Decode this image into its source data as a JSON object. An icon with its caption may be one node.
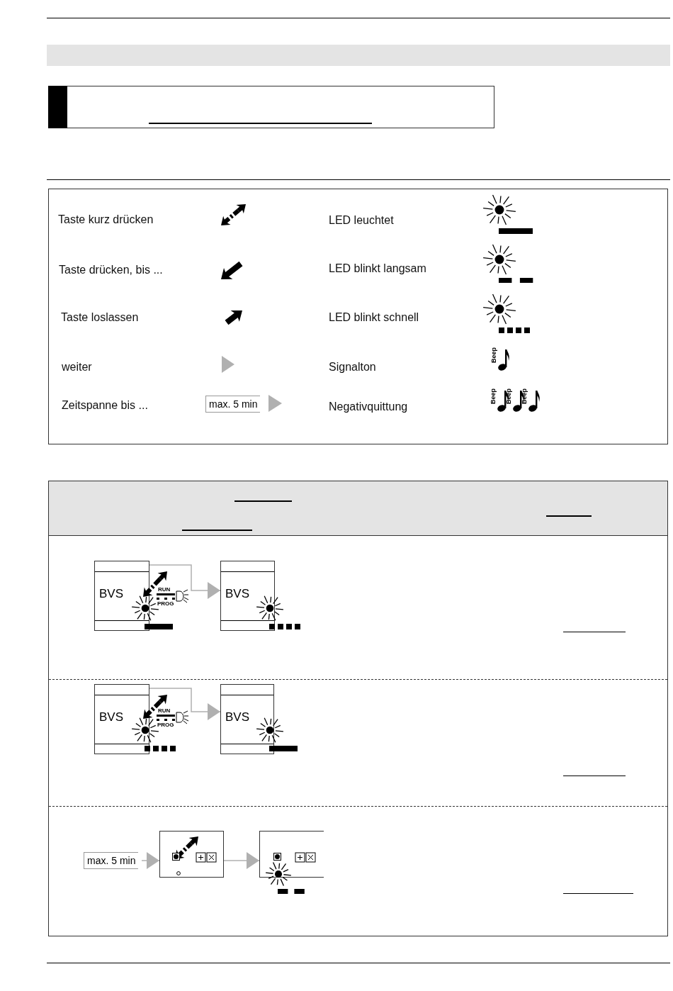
{
  "diagram": {
    "nodes": [
      {
        "text": [],
        "shape": "box"
      },
      {
        "text": [
          "max. 5 min"
        ]
      },
      {
        "text": [
          "BVS"
        ]
      },
      {
        "text": [
          "BVS"
        ]
      },
      {
        "text": [
          "BVS"
        ]
      },
      {
        "text": [
          "BVS"
        ]
      },
      {
        "text": [
          "max. 5 min"
        ]
      },
      {
        "text": [],
        "shape": "box"
      },
      {
        "text": [],
        "shape": "box"
      }
    ],
    "edges": [
      {
        "from": 2,
        "to": 3,
        "arrow": "to"
      },
      {
        "from": 4,
        "to": 5,
        "arrow": "to"
      },
      {
        "from": 6,
        "to": 7,
        "arrow": "to"
      },
      {
        "from": 7,
        "to": 8,
        "arrow": "to"
      }
    ],
    "labels": [
      "Beep",
      "Beep",
      "Beep",
      "Beep",
      "RUN",
      "PROG",
      "RUN",
      "PROG"
    ],
    "legend": [
      {
        "text": "Taste kurz drücken"
      },
      {
        "text": "LED leuchtet"
      },
      {
        "text": "Taste drücken, bis ..."
      },
      {
        "text": "LED blinkt langsam"
      },
      {
        "text": "Taste loslassen"
      },
      {
        "text": "LED blinkt schnell"
      },
      {
        "text": "weiter"
      },
      {
        "text": "Signalton"
      },
      {
        "text": "Zeitspanne bis ..."
      },
      {
        "text": "Negativquittung"
      }
    ]
  }
}
